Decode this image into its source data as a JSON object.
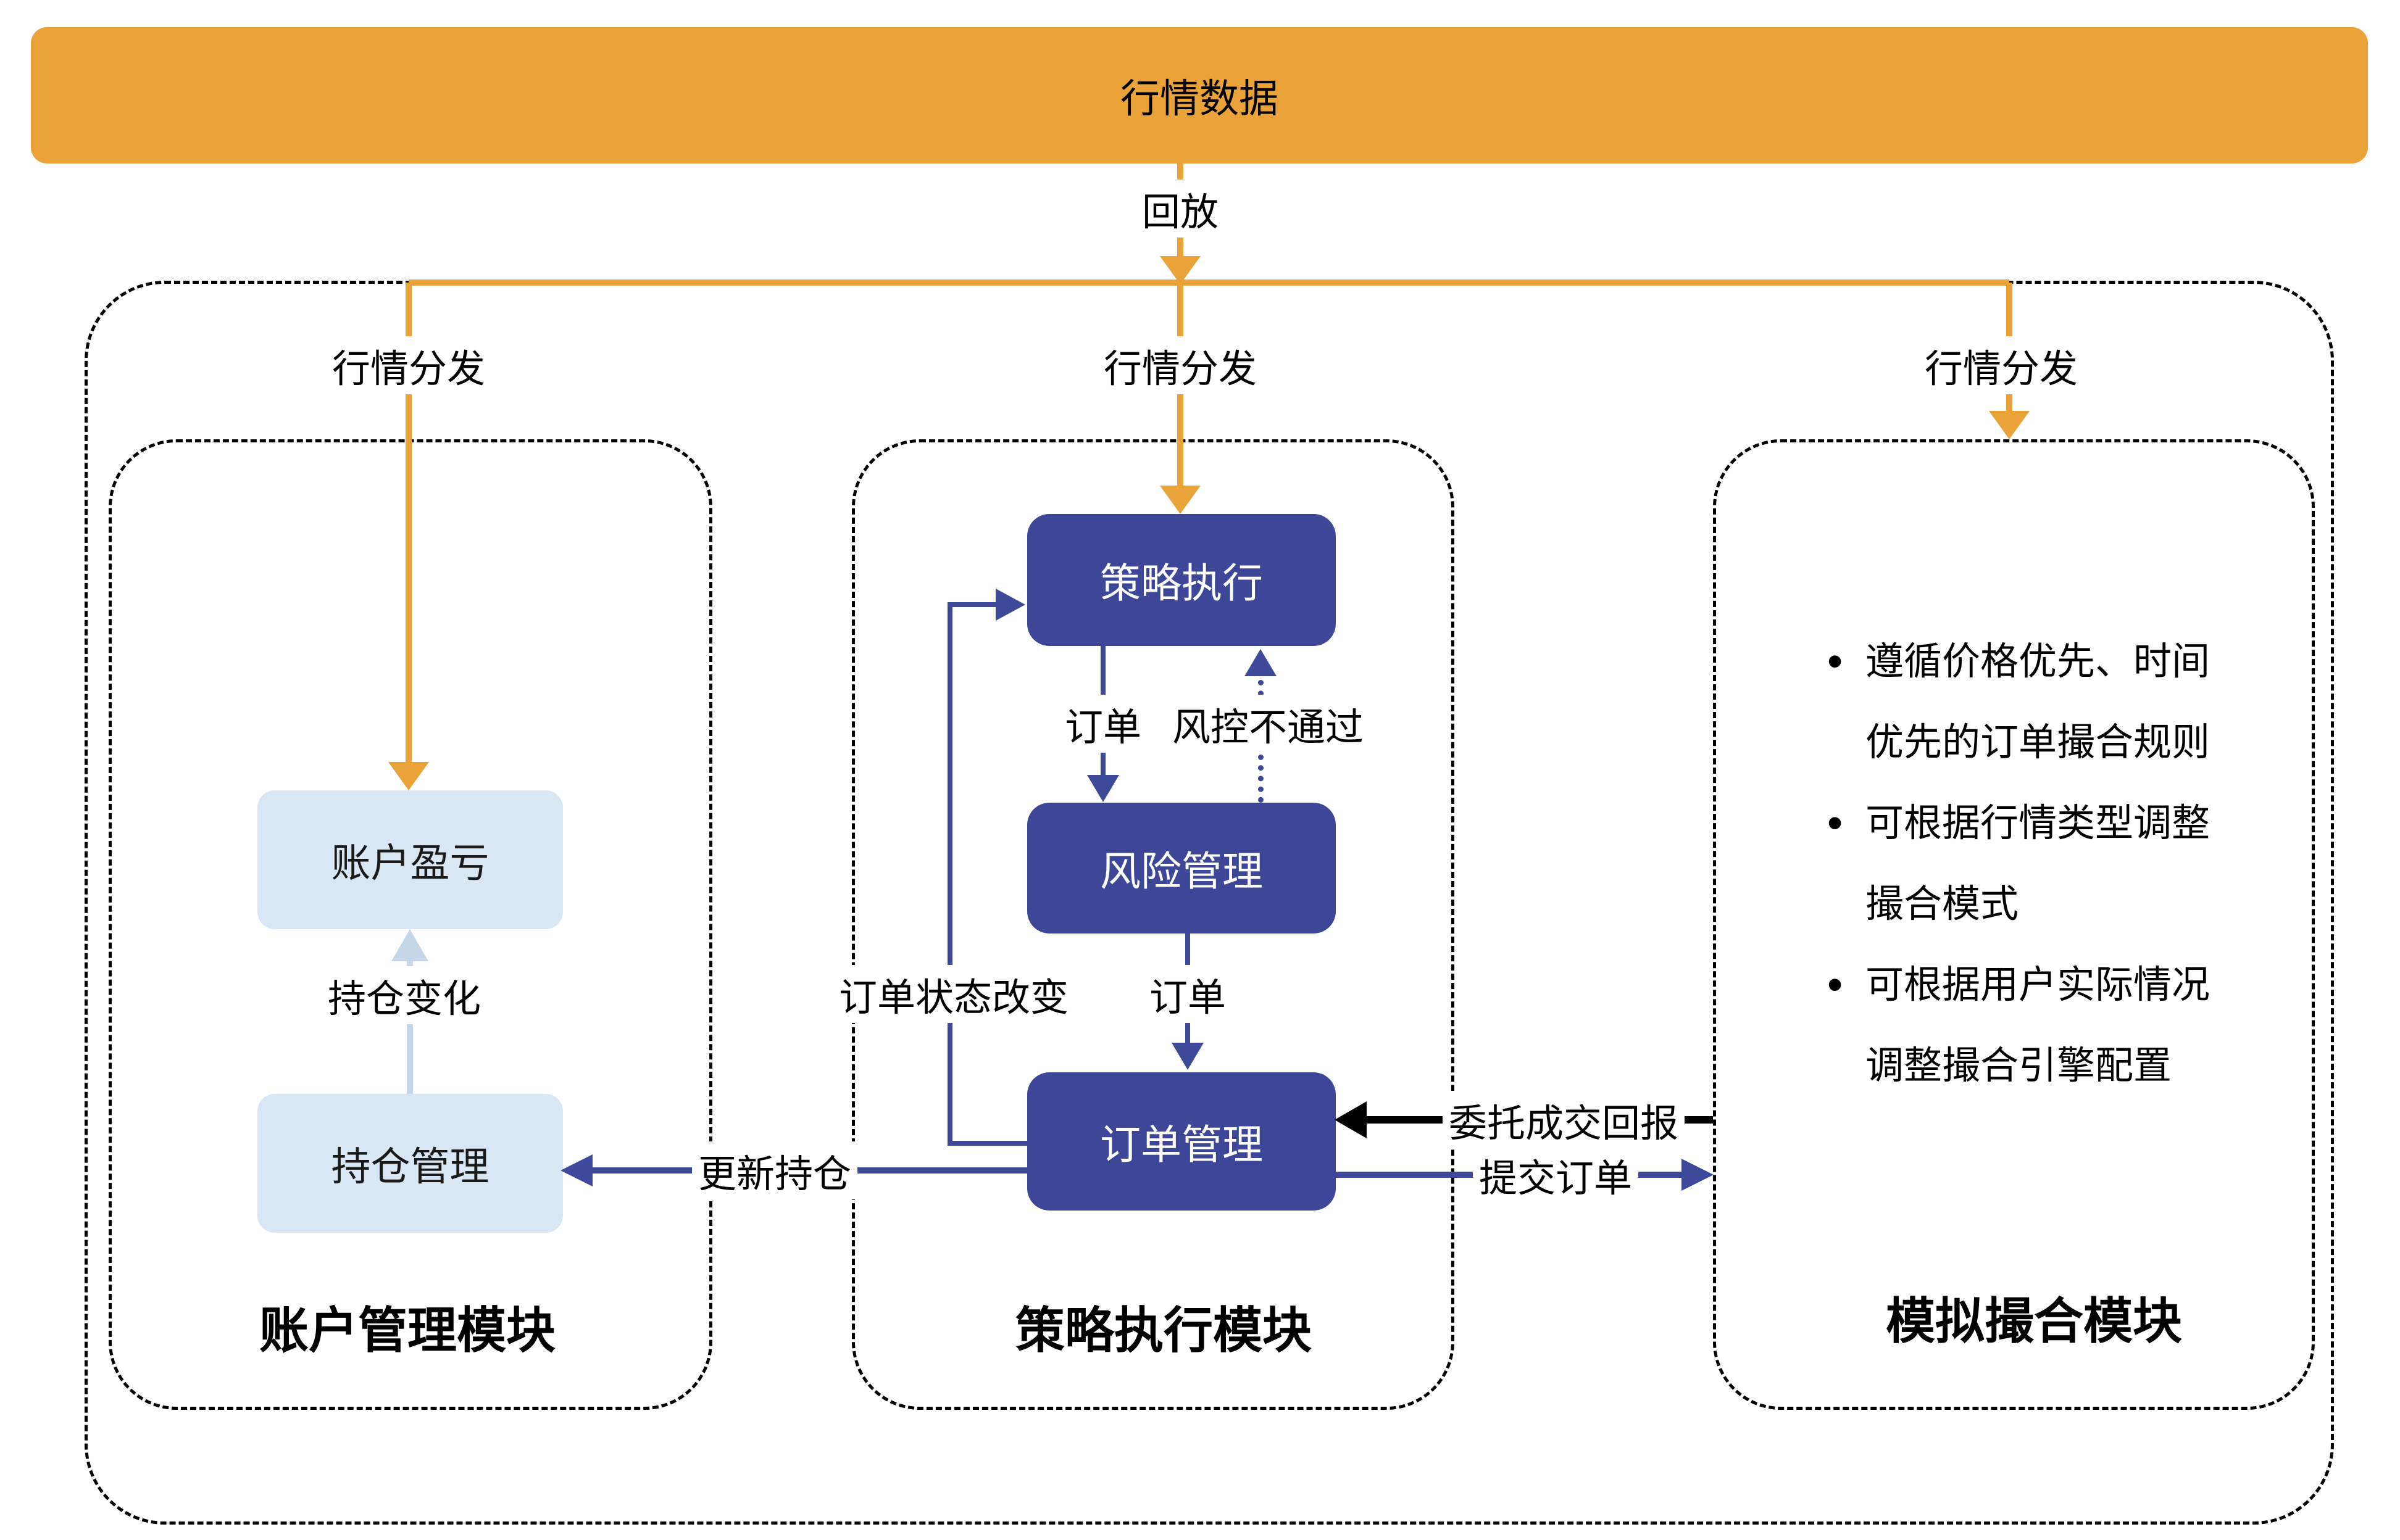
{
  "colors": {
    "orange": "#EAA339",
    "navy": "#3E4A99",
    "navy_box": "#3E4797",
    "light_blue": "#D9E6F3",
    "pale_arrow": "#C5D6E8",
    "black": "#000000"
  },
  "banner": {
    "label": "行情数据"
  },
  "flow": {
    "replay_label": "回放",
    "dispatch_label": "行情分发",
    "order_label_1": "订单",
    "risk_reject_label": "风控不通过",
    "order_label_2": "订单",
    "status_change_label": "订单状态改变",
    "update_position_label": "更新持仓",
    "trade_report_label": "委托成交回报",
    "submit_order_label": "提交订单",
    "position_change_label": "持仓变化"
  },
  "modules": {
    "account": {
      "title": "账户管理模块",
      "nodes": {
        "pnl": "账户盈亏",
        "position": "持仓管理"
      }
    },
    "strategy": {
      "title": "策略执行模块",
      "nodes": {
        "exec": "策略执行",
        "risk": "风险管理",
        "order": "订单管理"
      }
    },
    "matching": {
      "title": "模拟撮合模块",
      "bullets": [
        {
          "line1": "遵循价格优先、时间",
          "line2": "优先的订单撮合规则"
        },
        {
          "line1": "可根据行情类型调整",
          "line2": "撮合模式"
        },
        {
          "line1": "可根据用户实际情况",
          "line2": "调整撮合引擎配置"
        }
      ]
    }
  }
}
